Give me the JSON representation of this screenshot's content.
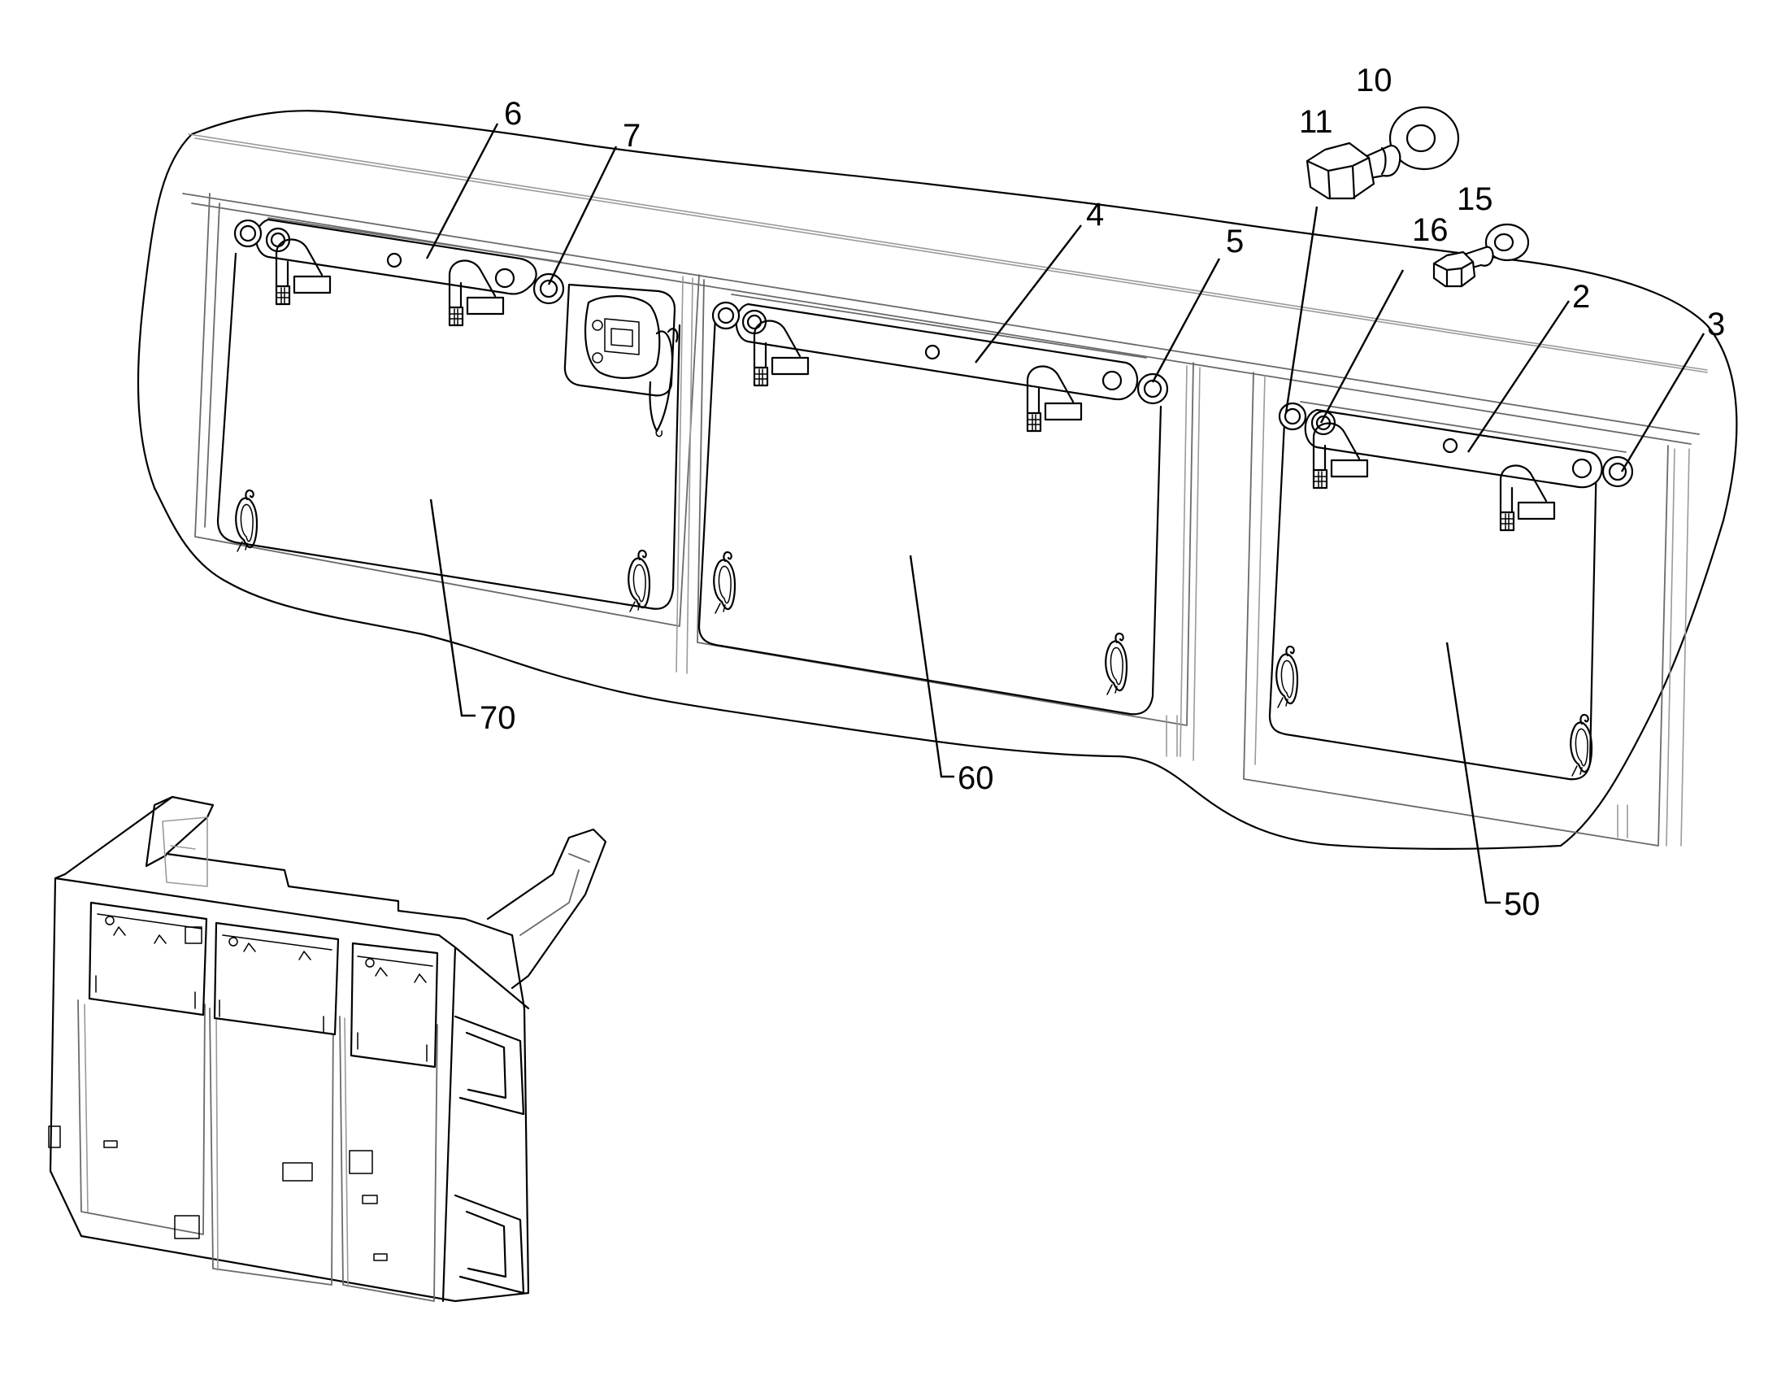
{
  "callouts": [
    {
      "id": "c6",
      "label": "6"
    },
    {
      "id": "c7",
      "label": "7"
    },
    {
      "id": "c4",
      "label": "4"
    },
    {
      "id": "c5",
      "label": "5"
    },
    {
      "id": "c11",
      "label": "11"
    },
    {
      "id": "c10",
      "label": "10"
    },
    {
      "id": "c16",
      "label": "16"
    },
    {
      "id": "c15",
      "label": "15"
    },
    {
      "id": "c2",
      "label": "2"
    },
    {
      "id": "c3",
      "label": "3"
    },
    {
      "id": "c70",
      "label": "70"
    },
    {
      "id": "c60",
      "label": "60"
    },
    {
      "id": "c50",
      "label": "50"
    }
  ]
}
